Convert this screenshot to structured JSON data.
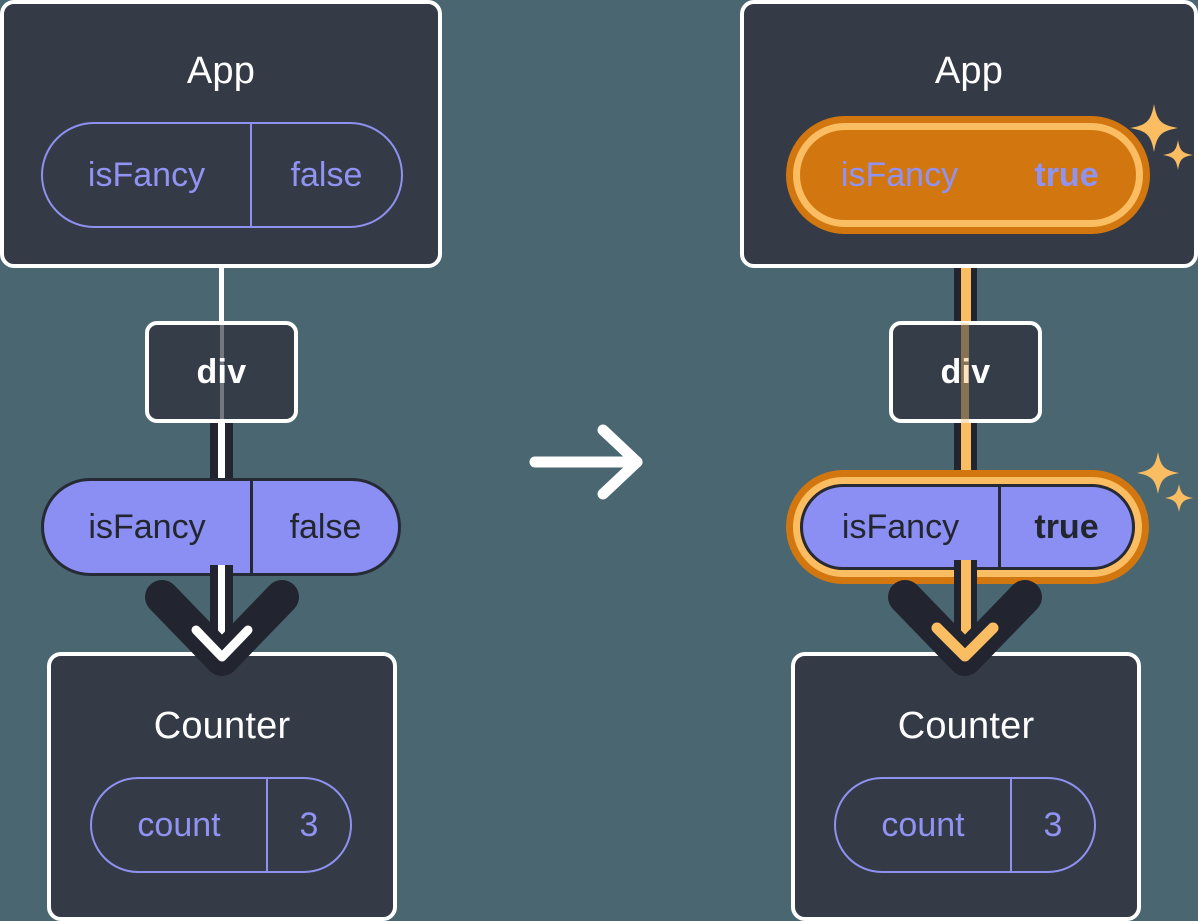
{
  "diagram": {
    "type": "react-state-propagation",
    "background_color": "#4a6671",
    "accent_highlight_color": "#d2770f",
    "accent_highlight_inner_color": "#fbbd62",
    "pill_fill_color": "#8b8ef2",
    "panel_color": "#343a46",
    "transition_arrow": "arrow-right-icon"
  },
  "before": {
    "app": {
      "title": "App",
      "state_pill": {
        "key": "isFancy",
        "value": "false",
        "highlighted": false,
        "filled": false
      }
    },
    "div": {
      "label": "div"
    },
    "prop_pill": {
      "key": "isFancy",
      "value": "false",
      "highlighted": false,
      "filled": true
    },
    "counter": {
      "title": "Counter",
      "state_pill": {
        "key": "count",
        "value": "3",
        "highlighted": false,
        "filled": false
      }
    }
  },
  "after": {
    "app": {
      "title": "App",
      "state_pill": {
        "key": "isFancy",
        "value": "true",
        "highlighted": true,
        "filled": false
      }
    },
    "div": {
      "label": "div"
    },
    "prop_pill": {
      "key": "isFancy",
      "value": "true",
      "highlighted": true,
      "filled": true
    },
    "counter": {
      "title": "Counter",
      "state_pill": {
        "key": "count",
        "value": "3",
        "highlighted": false,
        "filled": false
      }
    }
  }
}
